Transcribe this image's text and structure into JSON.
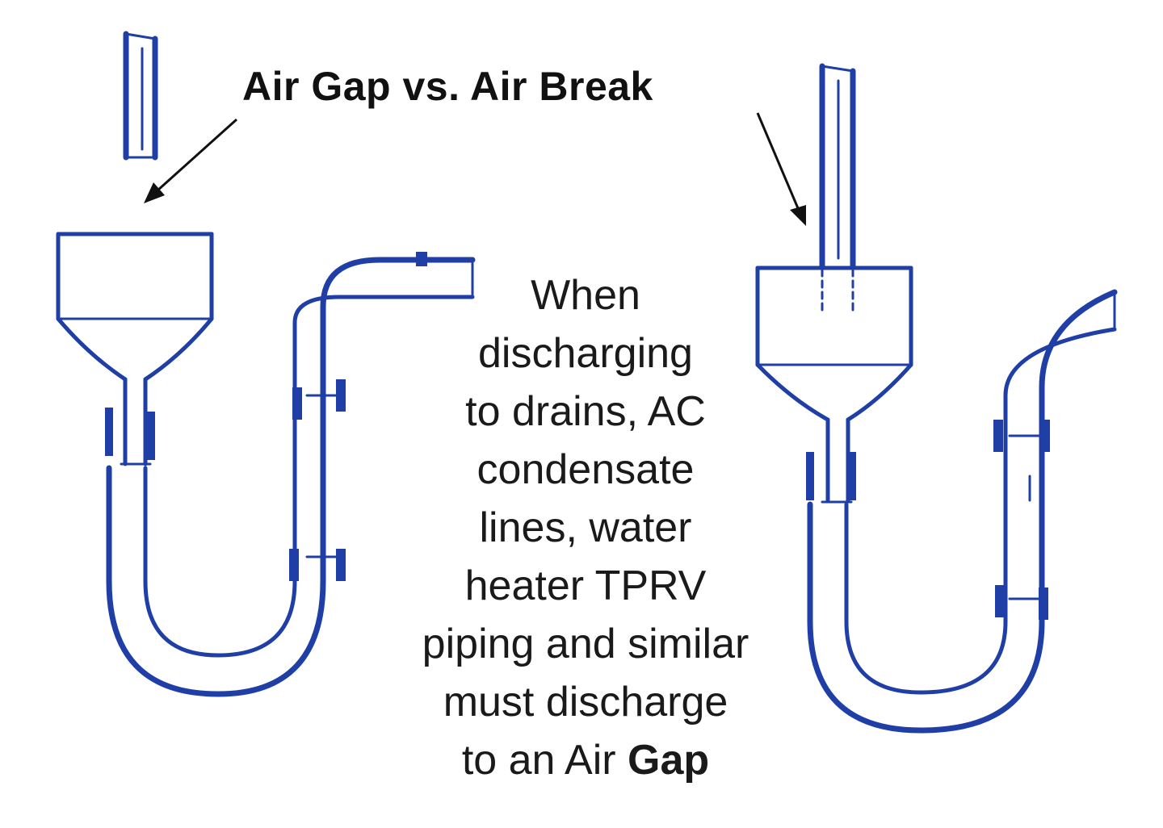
{
  "title": "Air Gap vs. Air Break",
  "caption": {
    "lines": [
      "When",
      "discharging",
      "to drains, AC",
      "condensate",
      "lines, water",
      "heater TPRV",
      "piping and similar",
      "must discharge"
    ],
    "last_line_prefix": "to an Air ",
    "last_line_bold": "Gap"
  },
  "colors": {
    "pipe": "#1f3fa6",
    "text": "#111111",
    "background": "#ffffff"
  }
}
